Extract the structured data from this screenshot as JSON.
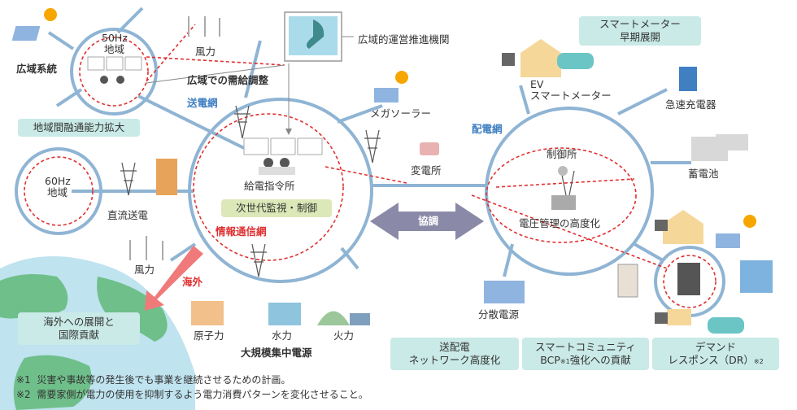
{
  "labels": {
    "wide_area_system": "広域系統",
    "hz50": "50Hz",
    "region_a": "地域",
    "wind_top": "風力",
    "occto": "広域的運営推進機関",
    "wide_supply": "広域での需給調整",
    "transmission_net": "送電網",
    "mega_solar": "メガソーラー",
    "interregional_box": "地域間融通能力拡大",
    "hz60": "60Hz",
    "region_b": "地域",
    "dc_transmission": "直流送電",
    "dispatch_center": "給電指令所",
    "next_gen_box": "次世代監視・制御",
    "info_net": "情報通信網",
    "substation": "変電所",
    "cooperation": "協調",
    "wind_bottom": "風力",
    "overseas": "海外",
    "overseas_box_1": "海外への展開と",
    "overseas_box_2": "国際貢献",
    "nuclear": "原子力",
    "hydro": "水力",
    "thermal": "火力",
    "large_central": "大規模集中電源",
    "smart_meter_box_1": "スマートメーター",
    "smart_meter_box_2": "早期展開",
    "ev": "EV",
    "smart_meter": "スマートメーター",
    "distribution_net": "配電網",
    "quick_charger": "急速充電器",
    "control_center": "制御所",
    "storage_battery": "蓄電池",
    "voltage_mgmt": "電圧管理の高度化",
    "distributed_power": "分散電源",
    "net_box_1": "送配電",
    "net_box_2": "ネットワーク高度化",
    "community_box_1": "スマートコミュニティ",
    "community_box_2a": "BCP",
    "community_box_2b": "※1",
    "community_box_2c": "強化への貢献",
    "dr_box_1": "デマンド",
    "dr_box_2a": "レスポンス（DR）",
    "dr_box_2b": "※2"
  },
  "footnotes": [
    {
      "mark": "※1",
      "text": "災害や事故等の発生後でも事業を継続させるための計画。"
    },
    {
      "mark": "※2",
      "text": "需要家側が電力の使用を抑制するよう電力消費パターンを変化させること。"
    }
  ],
  "colors": {
    "grid_line": "#8fb4d4",
    "info_dash": "#e03030",
    "label_box": "#c9eae6",
    "olive_box": "#dce8b8",
    "arrow_overseas": "#f07a7a",
    "coop_arrow": "#8a8aa8",
    "globe_sea": "#bfe3ef",
    "globe_land": "#6fbf8a"
  }
}
